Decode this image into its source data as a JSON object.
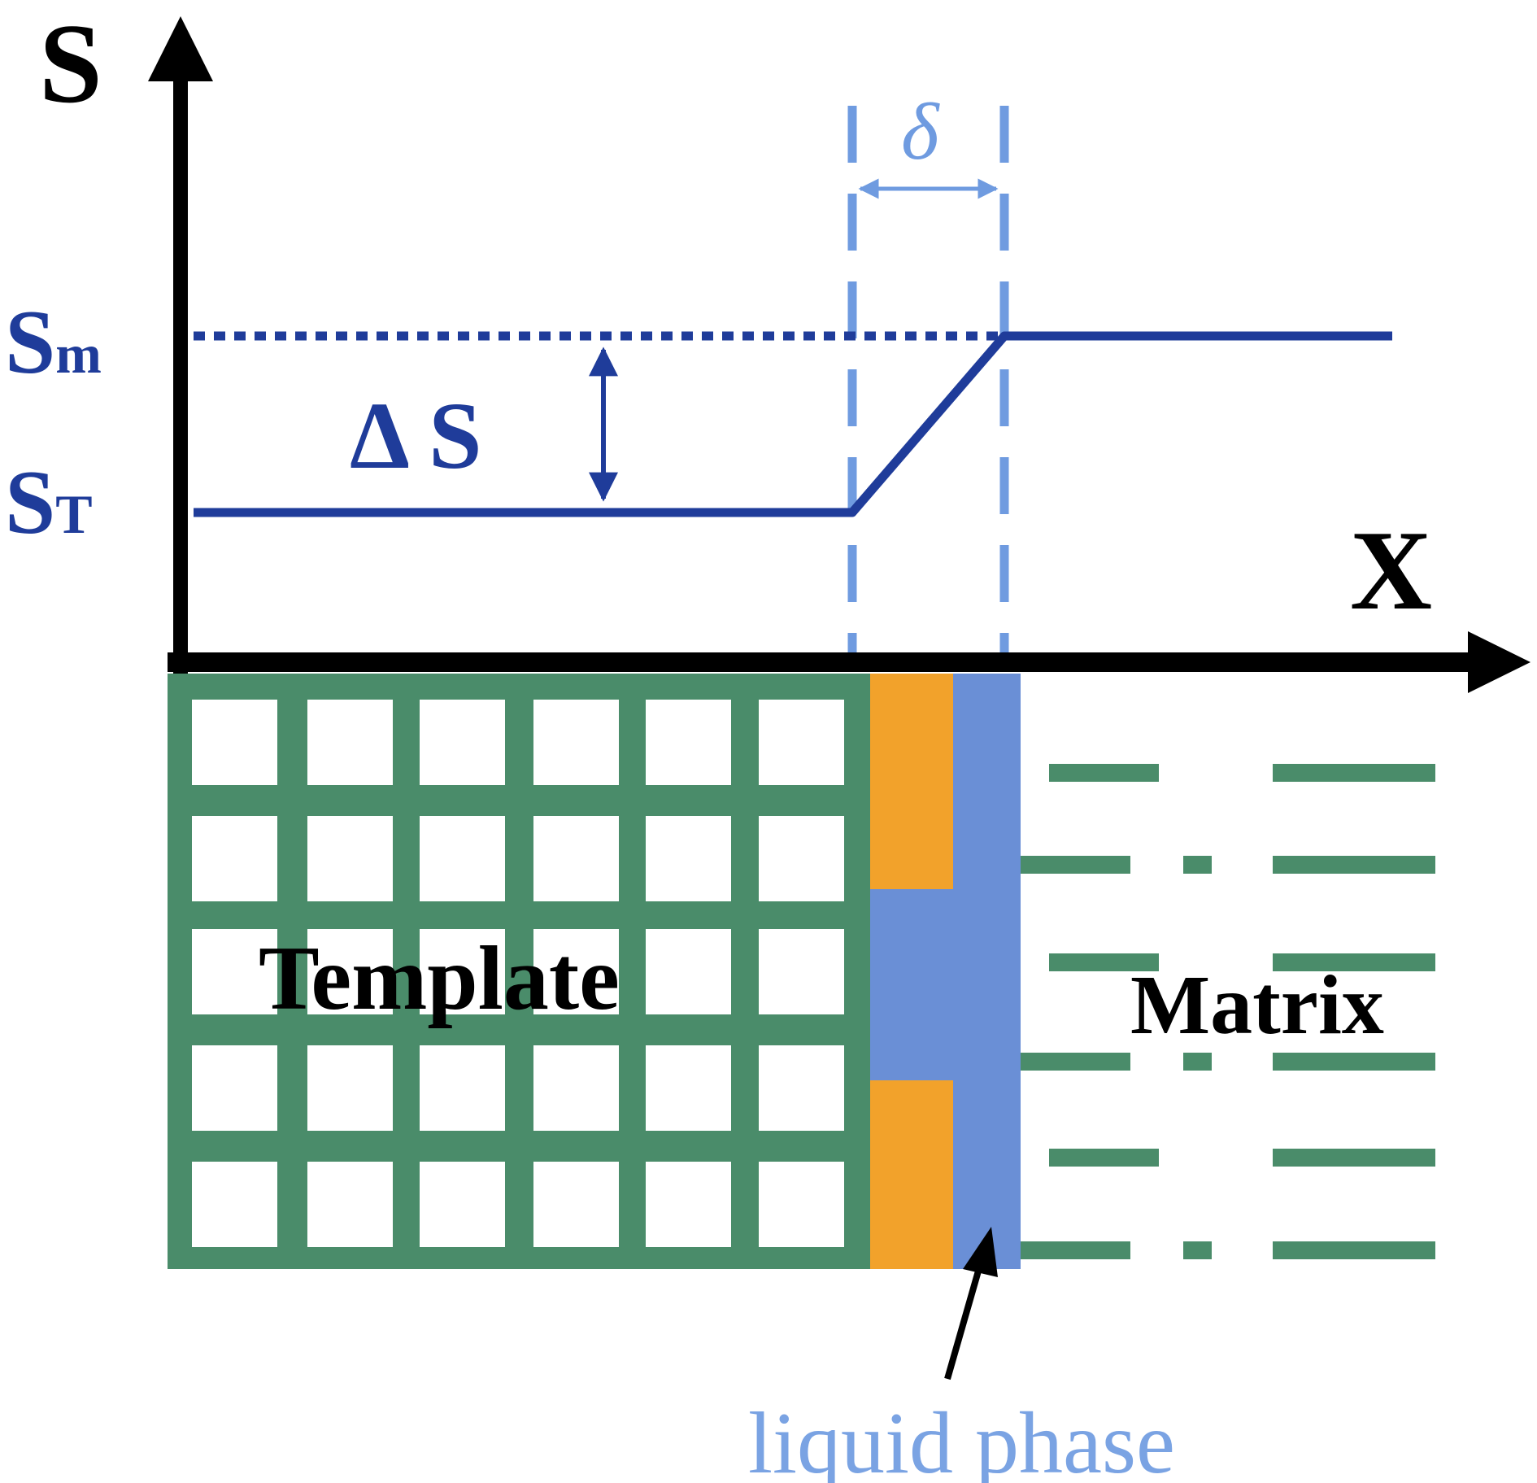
{
  "axes": {
    "y_label": "S",
    "x_label": "X"
  },
  "levels": {
    "sm_main": "S",
    "sm_sub": "m",
    "st_main": "S",
    "st_sub": "T",
    "delta_s": "Δ S"
  },
  "interface": {
    "delta_label": "δ"
  },
  "regions": {
    "template_label": "Template",
    "matrix_label": "Matrix",
    "liquid_label": "liquid phase"
  },
  "colors": {
    "axis": "#000000",
    "curve": "#1f3c9a",
    "interface_dash": "#6f9be0",
    "template_green": "#4a8c6a",
    "orange": "#f2a22b",
    "liquid_blue": "#6a8fd6",
    "liquid_text": "#7aa3e3"
  }
}
